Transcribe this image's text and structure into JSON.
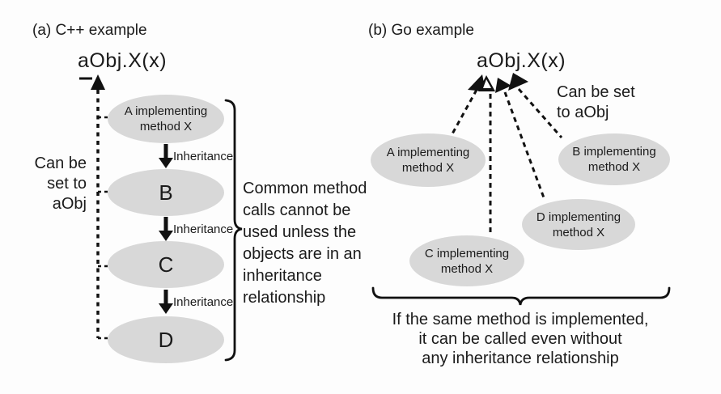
{
  "figure": {
    "panel_a": {
      "title": "(a) C++ example",
      "call_expression": "aObj.X(x)",
      "side_note": "Can be\nset to\naObj",
      "edge_label": "Inheritance",
      "nodes": {
        "a": "A implementing\nmethod X",
        "b": "B",
        "c": "C",
        "d": "D"
      },
      "brace_note": "Common method\ncalls cannot be\nused unless the\nobjects are in an\ninheritance\nrelationship"
    },
    "panel_b": {
      "title": "(b) Go example",
      "call_expression": "aObj.X(x)",
      "side_note": "Can be set\nto aObj",
      "nodes": {
        "a": "A implementing\nmethod X",
        "b": "B implementing\nmethod X",
        "c": "C implementing\nmethod X",
        "d": "D implementing\nmethod X"
      },
      "bottom_note": "If the same method is implemented,\nit can be called even without\nany inheritance relationship"
    },
    "colors": {
      "node_fill": "#d8d8d8",
      "ink": "#1b1b1b",
      "background": "#fdfdfd"
    }
  }
}
